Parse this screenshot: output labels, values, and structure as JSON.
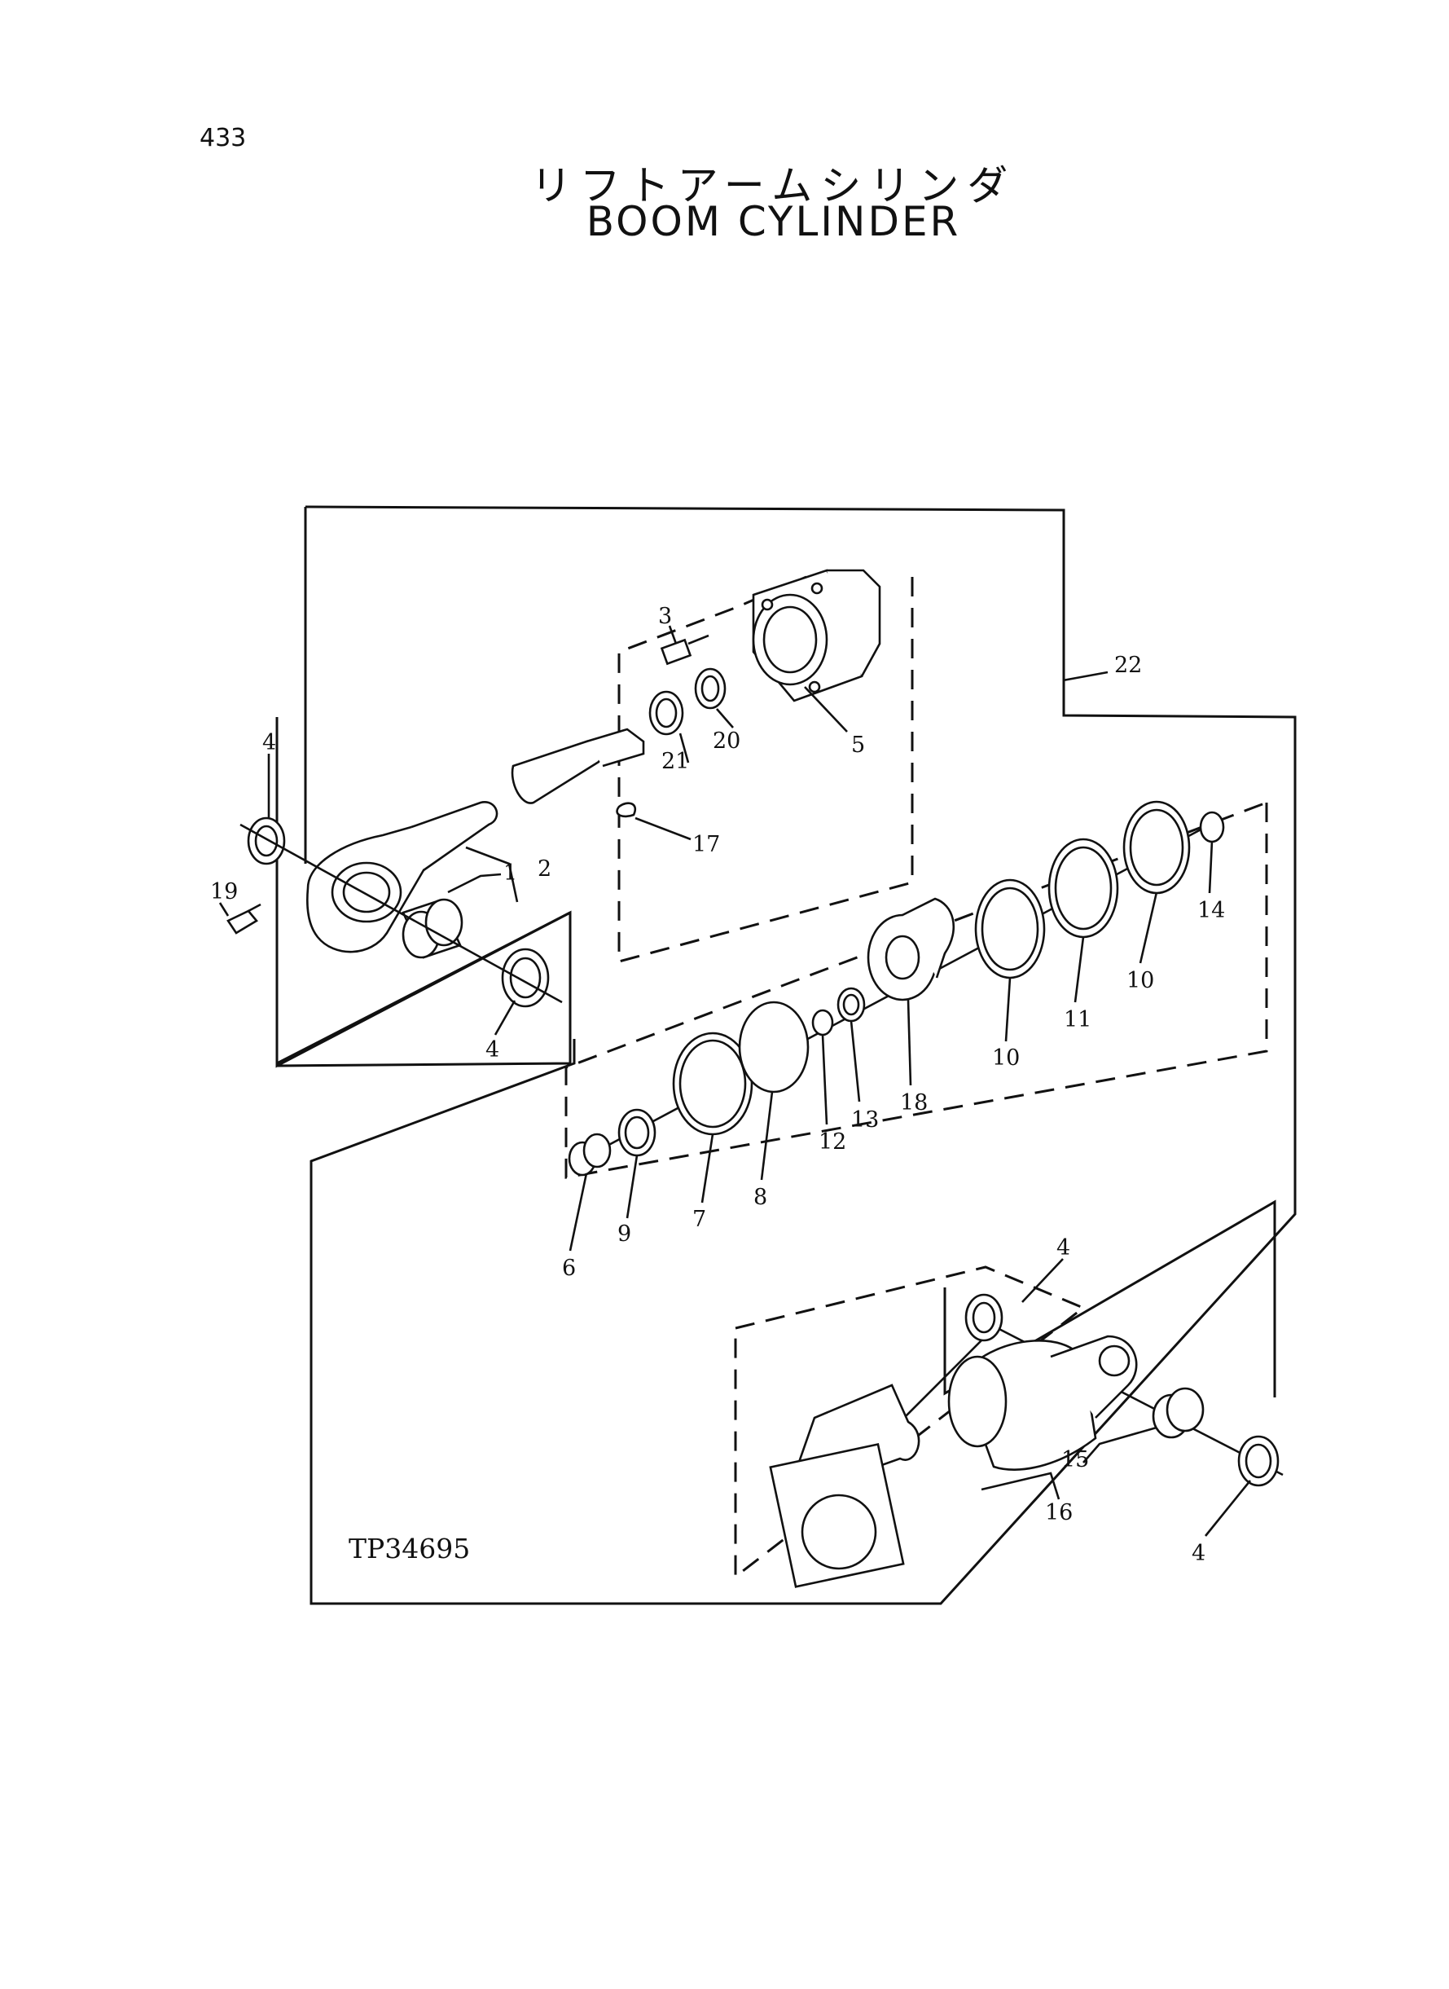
{
  "page_number": "433",
  "title_jp": "リフトアームシリンダ",
  "title_en": "BOOM CYLINDER",
  "drawing_ref": "TP34695",
  "callouts": {
    "c1": "1",
    "c2": "2",
    "c3": "3",
    "c4a": "4",
    "c4b": "4",
    "c4c": "4",
    "c4d": "4",
    "c5": "5",
    "c6": "6",
    "c7": "7",
    "c8": "8",
    "c9": "9",
    "c10a": "10",
    "c10b": "10",
    "c11": "11",
    "c12": "12",
    "c13": "13",
    "c14": "14",
    "c15": "15",
    "c16": "16",
    "c17": "17",
    "c18": "18",
    "c19": "19",
    "c20": "20",
    "c21": "21",
    "c22": "22"
  }
}
